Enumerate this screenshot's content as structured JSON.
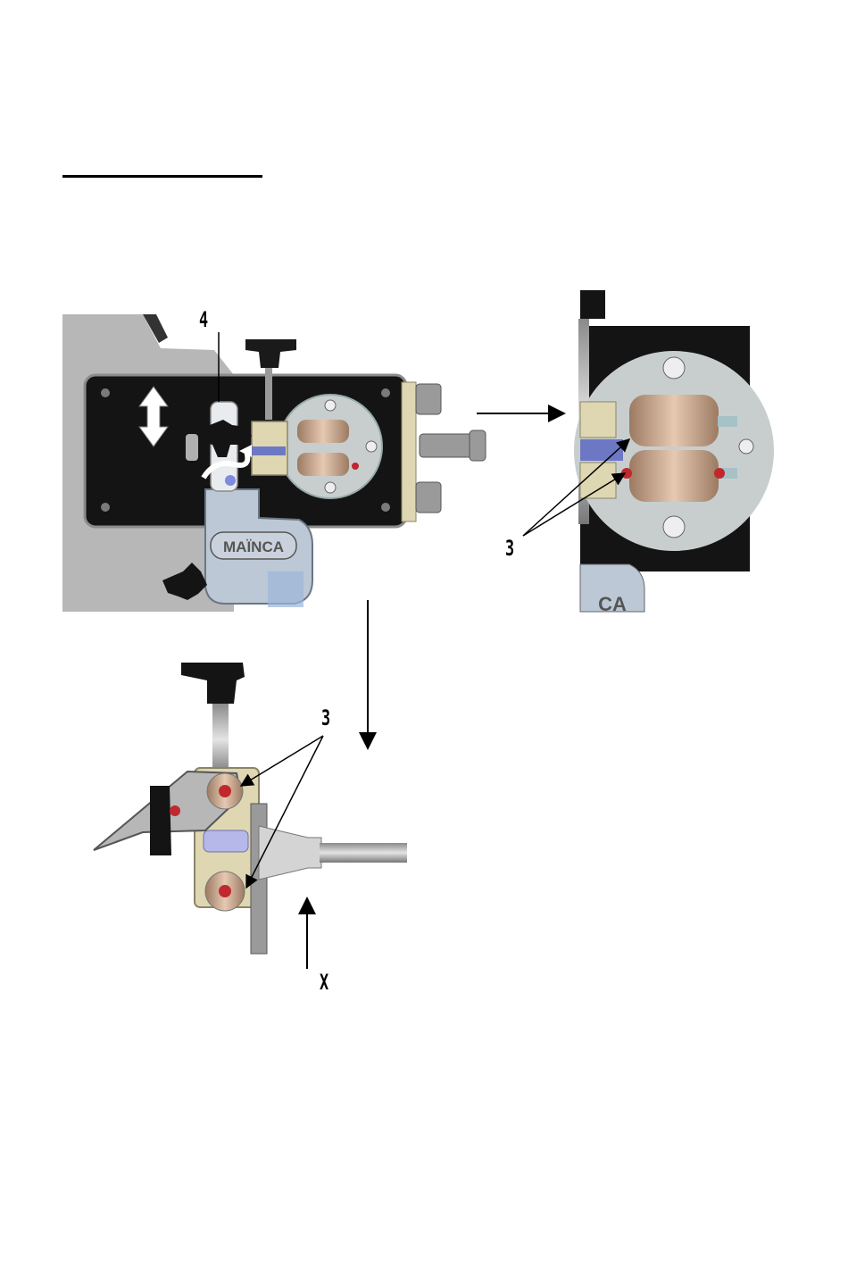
{
  "labels": {
    "callout_4": "4",
    "callout_3_detail": "3",
    "callout_3_side": "3",
    "callout_x": "X"
  },
  "brand": {
    "main_logo": "MAÏNCA",
    "detail_logo_fragment": "CA"
  },
  "colors": {
    "housing_gray": "#b7b7b7",
    "plate_black": "#141414",
    "roller_copper": "#c9a58a",
    "brass_block": "#ded7b2",
    "disc_light": "#c8cece",
    "bracket_blue": "#bcc8d6",
    "arrow": "#000000"
  }
}
